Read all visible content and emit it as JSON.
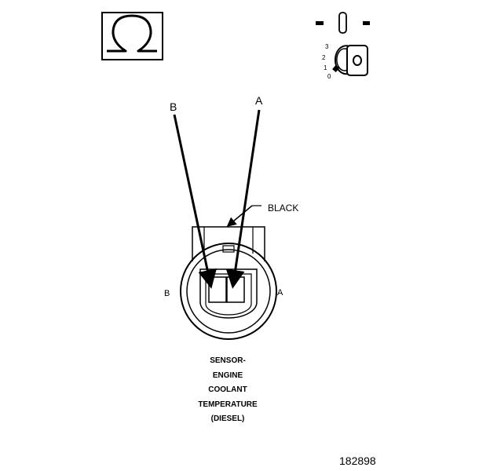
{
  "icons": {
    "ohmmeter": "ohm-symbol-icon",
    "ignition_switch": "ignition-key-icon"
  },
  "ignition": {
    "positions": [
      "3",
      "2",
      "1",
      "0"
    ]
  },
  "pin_labels": {
    "wire_b": "B",
    "wire_a": "A",
    "side_b": "B",
    "side_a": "A"
  },
  "callout": "BLACK",
  "caption_lines": [
    "SENSOR-",
    "ENGINE",
    "COOLANT",
    "TEMPERATURE",
    "(DIESEL)"
  ],
  "figure_number": "182898"
}
